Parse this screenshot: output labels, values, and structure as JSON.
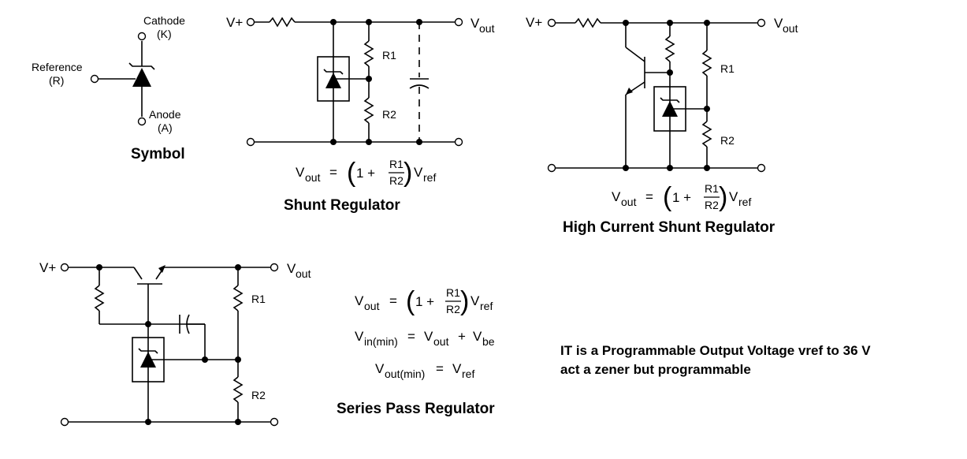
{
  "symbol": {
    "cathode": "Cathode",
    "cathode_pin": "(K)",
    "reference": "Reference",
    "reference_pin": "(R)",
    "anode": "Anode",
    "anode_pin": "(A)",
    "title": "Symbol"
  },
  "shunt": {
    "vplus": "V+",
    "vout": "out",
    "r1": "R1",
    "r2": "R2",
    "title": "Shunt Regulator"
  },
  "high_current": {
    "vplus": "V+",
    "vout": "out",
    "r1": "R1",
    "r2": "R2",
    "title": "High Current Shunt Regulator"
  },
  "series": {
    "vplus": "V+",
    "vout": "out",
    "r1": "R1",
    "r2": "R2",
    "title": "Series Pass Regulator"
  },
  "equation": {
    "v": "V",
    "out": "out",
    "eq": "=",
    "one_plus": "1 +",
    "num": "R1",
    "den": "R2",
    "ref": "ref",
    "in_min": "in(min)",
    "plus": "+",
    "be": "be",
    "out_min": "out(min)"
  },
  "note": {
    "line1": "IT is a Programmable Output Voltage vref to 36 V",
    "line2": "act a zener but programmable"
  }
}
